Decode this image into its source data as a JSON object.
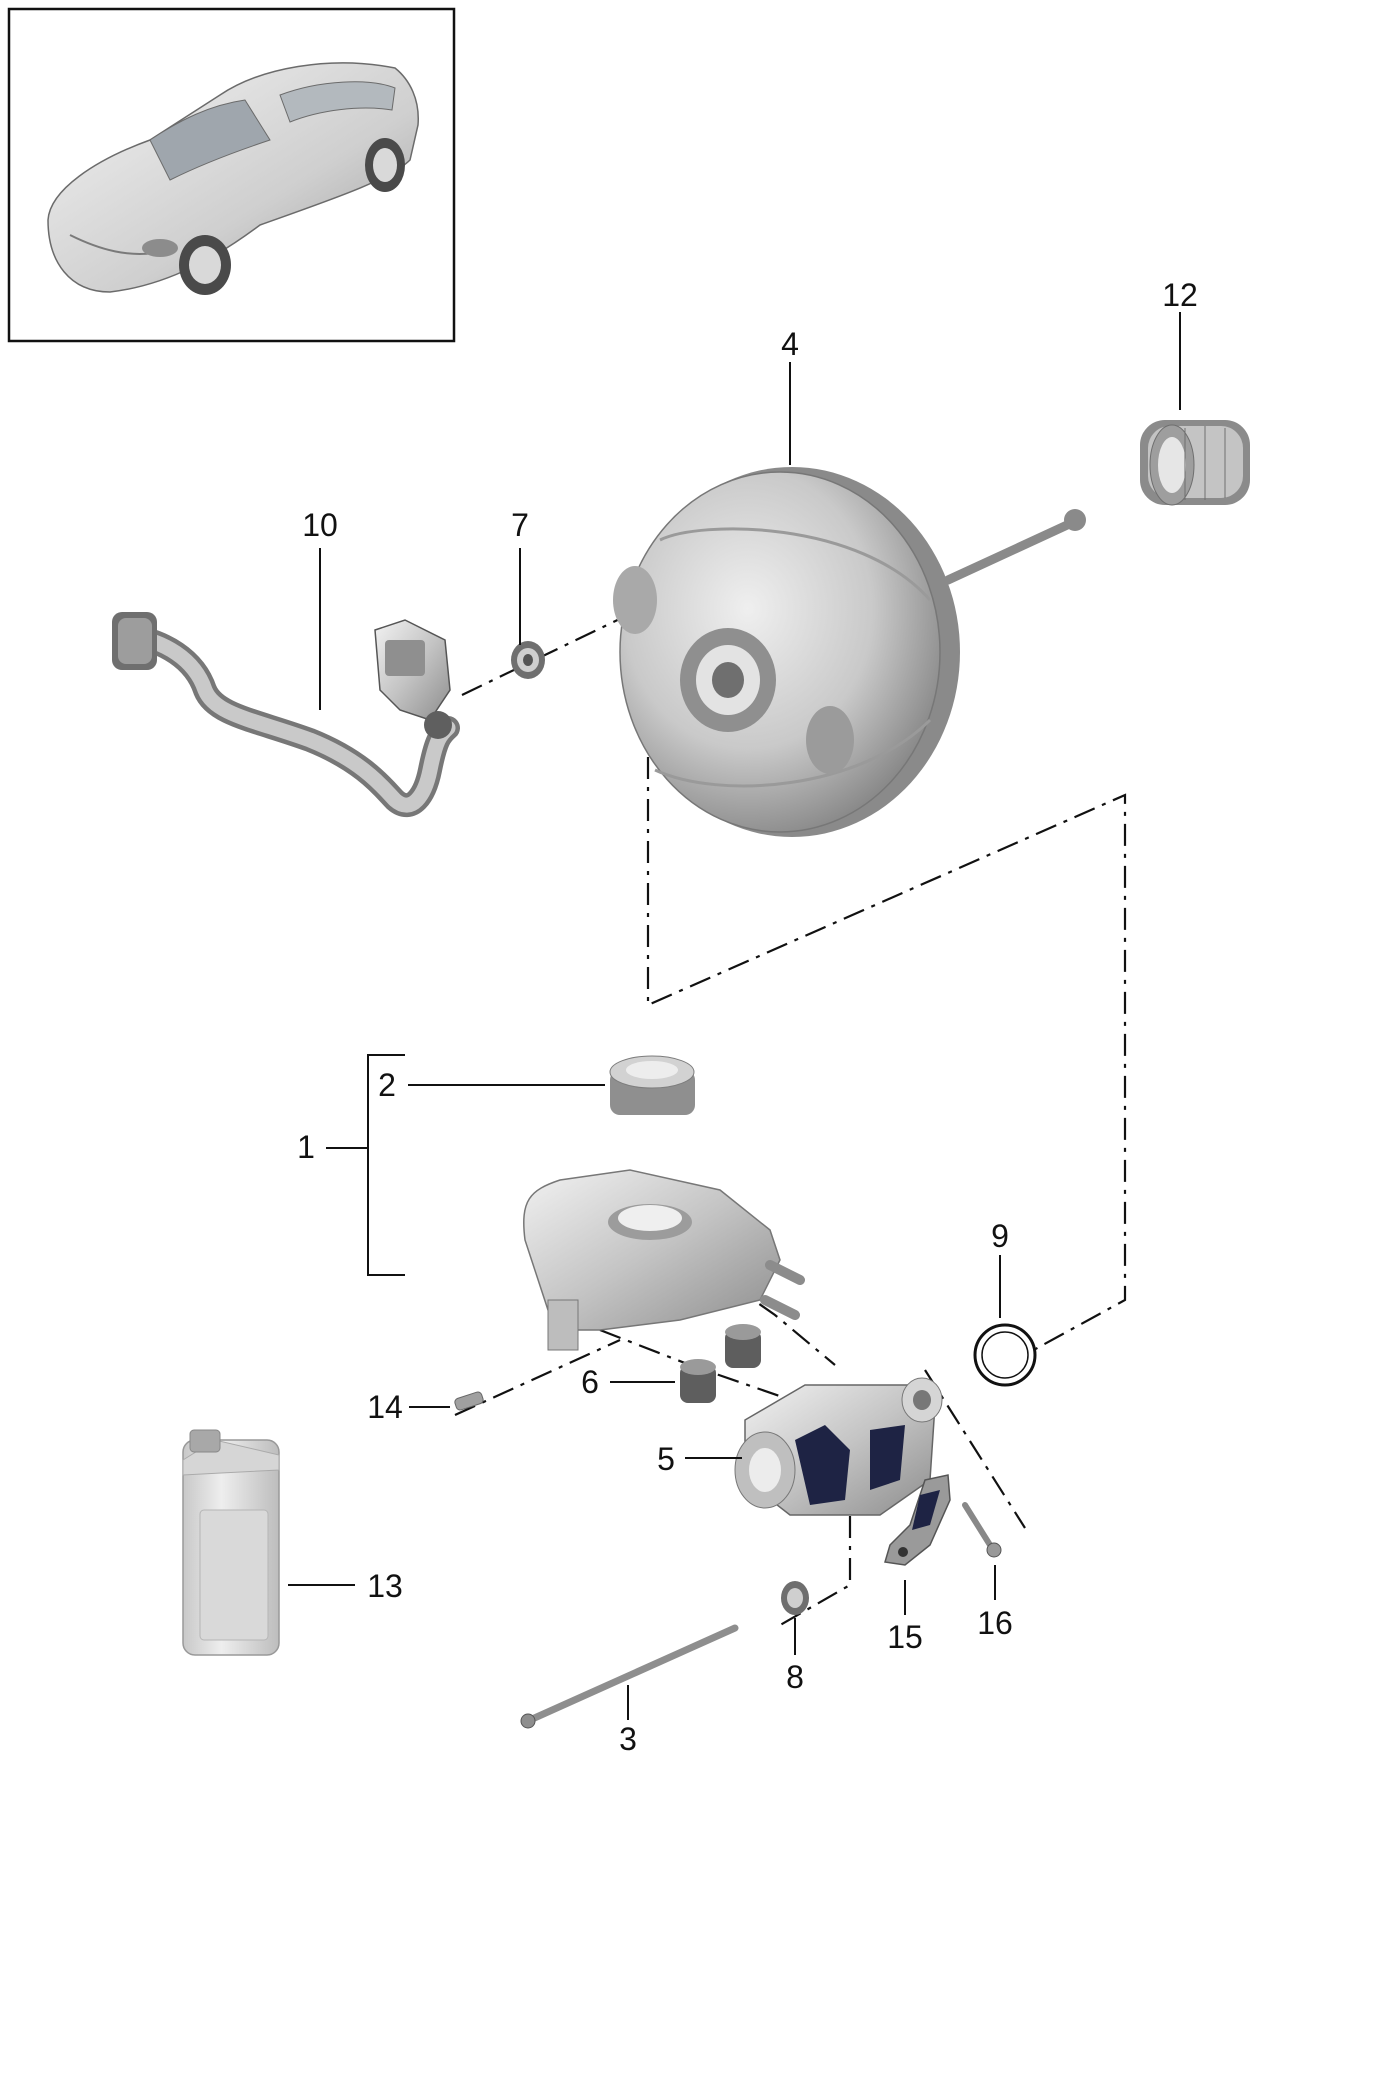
{
  "diagram": {
    "callouts": [
      {
        "id": "1",
        "label": "1"
      },
      {
        "id": "2",
        "label": "2"
      },
      {
        "id": "3",
        "label": "3"
      },
      {
        "id": "4",
        "label": "4"
      },
      {
        "id": "5",
        "label": "5"
      },
      {
        "id": "6",
        "label": "6"
      },
      {
        "id": "7",
        "label": "7"
      },
      {
        "id": "8",
        "label": "8"
      },
      {
        "id": "9",
        "label": "9"
      },
      {
        "id": "10",
        "label": "10"
      },
      {
        "id": "12",
        "label": "12"
      },
      {
        "id": "13",
        "label": "13"
      },
      {
        "id": "14",
        "label": "14"
      },
      {
        "id": "15",
        "label": "15"
      },
      {
        "id": "16",
        "label": "16"
      }
    ]
  },
  "colors": {
    "line": "#111111",
    "part_light": "#e8e8e8",
    "part_mid": "#bdbdbd",
    "part_dark": "#6e6e6e",
    "highlight_navy": "#1e2344"
  }
}
